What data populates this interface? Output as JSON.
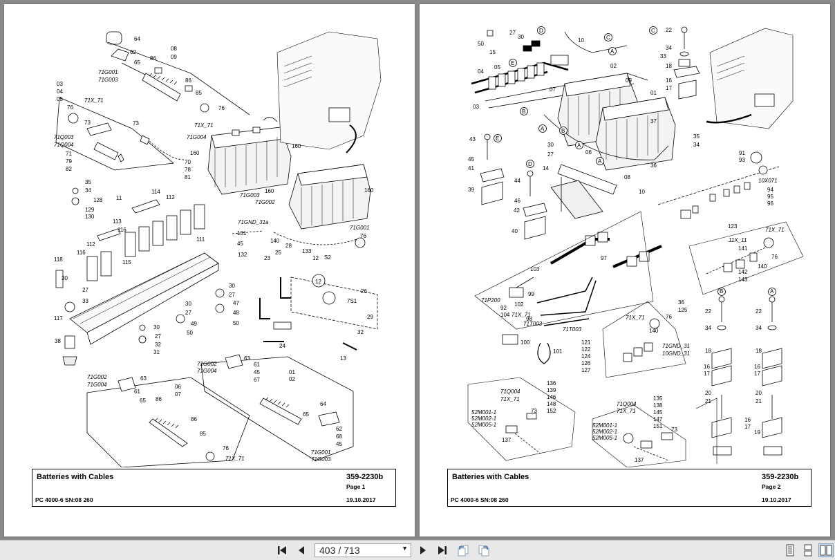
{
  "pages": [
    {
      "title": "Batteries with Cables",
      "model": "PC 4000-6 SN:08 260",
      "drawing_no": "359-2230b",
      "page_label": "Page 1",
      "date": "19.10.2017",
      "labels": [
        "64",
        "62",
        "65",
        "08",
        "09",
        "86",
        "71G001",
        "71G003",
        "86",
        "85",
        "76",
        "03",
        "04",
        "05",
        "71X_71",
        "76",
        "73",
        "73",
        "71X_71",
        "71Q003",
        "71Q004",
        "71G004",
        "160",
        "160",
        "71",
        "79",
        "82",
        "70",
        "78",
        "81",
        "71G003",
        "160",
        "71G002",
        "160",
        "71G001",
        "35",
        "34",
        "128",
        "129",
        "130",
        "11",
        "114",
        "112",
        "113",
        "116",
        "115",
        "112",
        "111",
        "118",
        "116",
        "30",
        "27",
        "33",
        "117",
        "38",
        "131",
        "45",
        "132",
        "71GND_31a",
        "140",
        "76",
        "133",
        "28",
        "25",
        "23",
        "12",
        "S2",
        "12",
        "26",
        "7S1",
        "29",
        "32",
        "24",
        "13",
        "30",
        "27",
        "47",
        "48",
        "50",
        "30",
        "27",
        "49",
        "50",
        "30",
        "27",
        "32",
        "31",
        "63",
        "61",
        "45",
        "67",
        "71G002",
        "71G004",
        "01",
        "02",
        "71G002",
        "71G004",
        "63",
        "61",
        "65",
        "06",
        "07",
        "86",
        "86",
        "85",
        "76",
        "71X_71",
        "65",
        "64",
        "62",
        "68",
        "45",
        "71G001",
        "71G003"
      ]
    },
    {
      "title": "Batteries with Cables",
      "model": "PC 4000-6 SN:08 260",
      "drawing_no": "359-2230b",
      "page_label": "Page 2",
      "date": "19.10.2017",
      "labels": [
        "50",
        "27",
        "30",
        "15",
        "D",
        "E",
        "10",
        "C",
        "A",
        "02",
        "04",
        "05",
        "03",
        "07",
        "09",
        "01",
        "B",
        "A",
        "B",
        "A",
        "06",
        "A",
        "C",
        "22",
        "34",
        "33",
        "18",
        "16",
        "17",
        "37",
        "36",
        "08",
        "43",
        "E",
        "45",
        "41",
        "39",
        "30",
        "27",
        "D",
        "14",
        "35",
        "34",
        "44",
        "46",
        "42",
        "40",
        "91",
        "93",
        "10X071",
        "94",
        "95",
        "96",
        "10",
        "123",
        "71X_71",
        "11X_11",
        "141",
        "76",
        "142",
        "143",
        "140",
        "103",
        "97",
        "71P200",
        "92",
        "104",
        "102",
        "99",
        "71X_71",
        "98",
        "71T003",
        "71T003",
        "36",
        "125",
        "71X_71",
        "76",
        "140",
        "71GND_31",
        "10GND_31",
        "B",
        "A",
        "22",
        "22",
        "34",
        "34",
        "18",
        "18",
        "16",
        "17",
        "16",
        "17",
        "100",
        "101",
        "121",
        "122",
        "124",
        "126",
        "127",
        "20",
        "21",
        "20",
        "21",
        "16",
        "17",
        "19",
        "136",
        "139",
        "146",
        "148",
        "152",
        "71Q004",
        "71X_71",
        "52M001-1",
        "52M002-1",
        "52M005-1",
        "73",
        "137",
        "135",
        "138",
        "145",
        "147",
        "151",
        "71Q004",
        "71X_71",
        "52M001-1",
        "52M002-1",
        "52M005-1",
        "73",
        "137"
      ]
    }
  ],
  "toolbar": {
    "current_page": "403",
    "separator": "/",
    "total_pages": "713",
    "first_icon": "first-page-icon",
    "prev_icon": "previous-page-icon",
    "next_icon": "next-page-icon",
    "last_icon": "last-page-icon",
    "back_icon": "previous-view-icon",
    "forward_icon": "next-view-icon",
    "single_page_icon": "single-page-view-icon",
    "continuous_icon": "continuous-view-icon",
    "two_page_icon": "two-page-view-icon"
  }
}
